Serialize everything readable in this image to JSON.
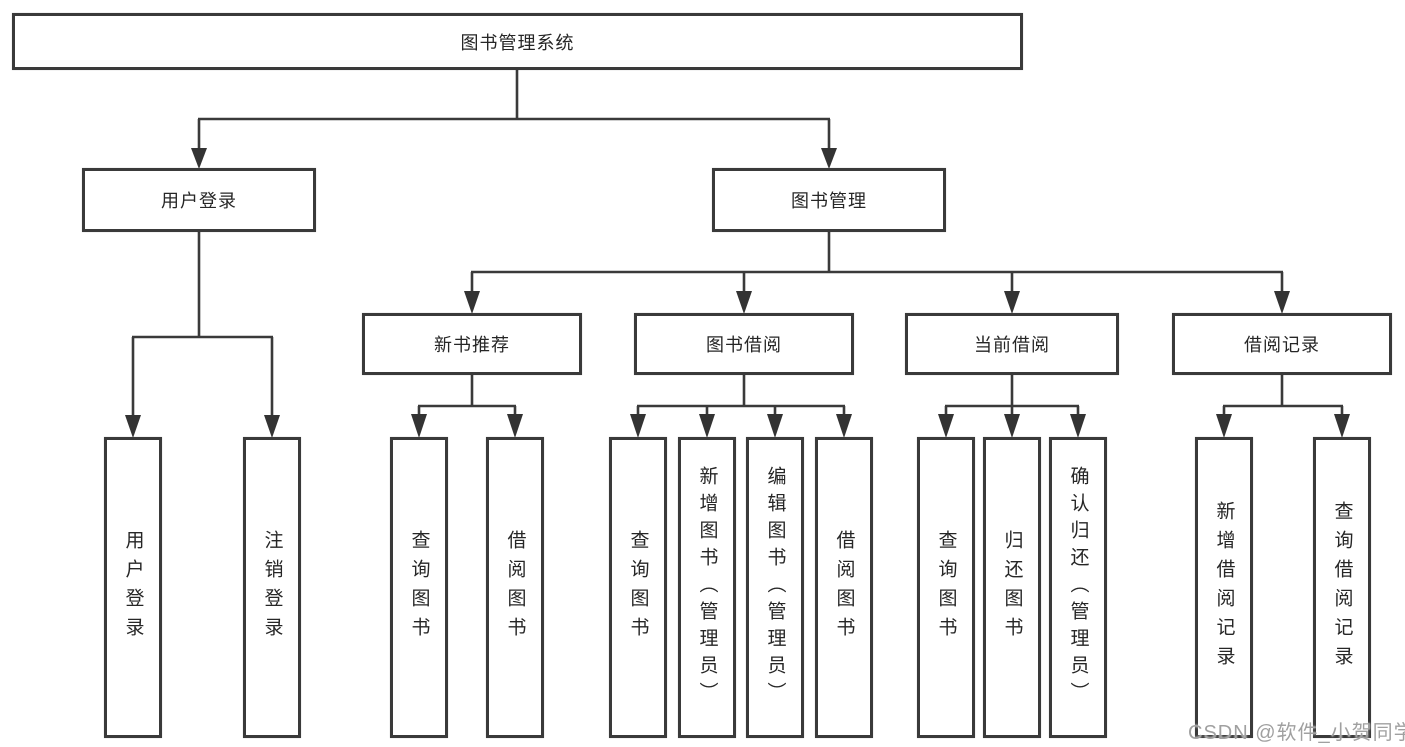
{
  "diagram": {
    "title_node": {
      "label": "图书管理系统"
    },
    "level2": [
      {
        "label": "用户登录"
      },
      {
        "label": "图书管理"
      }
    ],
    "level3": [
      {
        "label": "新书推荐",
        "parent": "图书管理"
      },
      {
        "label": "图书借阅",
        "parent": "图书管理"
      },
      {
        "label": "当前借阅",
        "parent": "图书管理"
      },
      {
        "label": "借阅记录",
        "parent": "图书管理"
      }
    ],
    "leaves": [
      {
        "label": "用户登录",
        "parent": "用户登录"
      },
      {
        "label": "注销登录",
        "parent": "用户登录"
      },
      {
        "label": "查询图书",
        "parent": "新书推荐"
      },
      {
        "label": "借阅图书",
        "parent": "新书推荐"
      },
      {
        "label": "查询图书",
        "parent": "图书借阅"
      },
      {
        "label": "新增图书（管理员）",
        "parent": "图书借阅"
      },
      {
        "label": "编辑图书（管理员）",
        "parent": "图书借阅"
      },
      {
        "label": "借阅图书",
        "parent": "图书借阅"
      },
      {
        "label": "查询图书",
        "parent": "当前借阅"
      },
      {
        "label": "归还图书",
        "parent": "当前借阅"
      },
      {
        "label": "确认归还（管理员）",
        "parent": "当前借阅"
      },
      {
        "label": "新增借阅记录",
        "parent": "借阅记录"
      },
      {
        "label": "查询借阅记录",
        "parent": "借阅记录"
      }
    ]
  },
  "watermark": {
    "text": "CSDN @软件_小贺同学"
  },
  "colors": {
    "line": "#3a3a3a",
    "text": "#262626",
    "background": "#ffffff",
    "watermark": "#a0a0a0"
  }
}
